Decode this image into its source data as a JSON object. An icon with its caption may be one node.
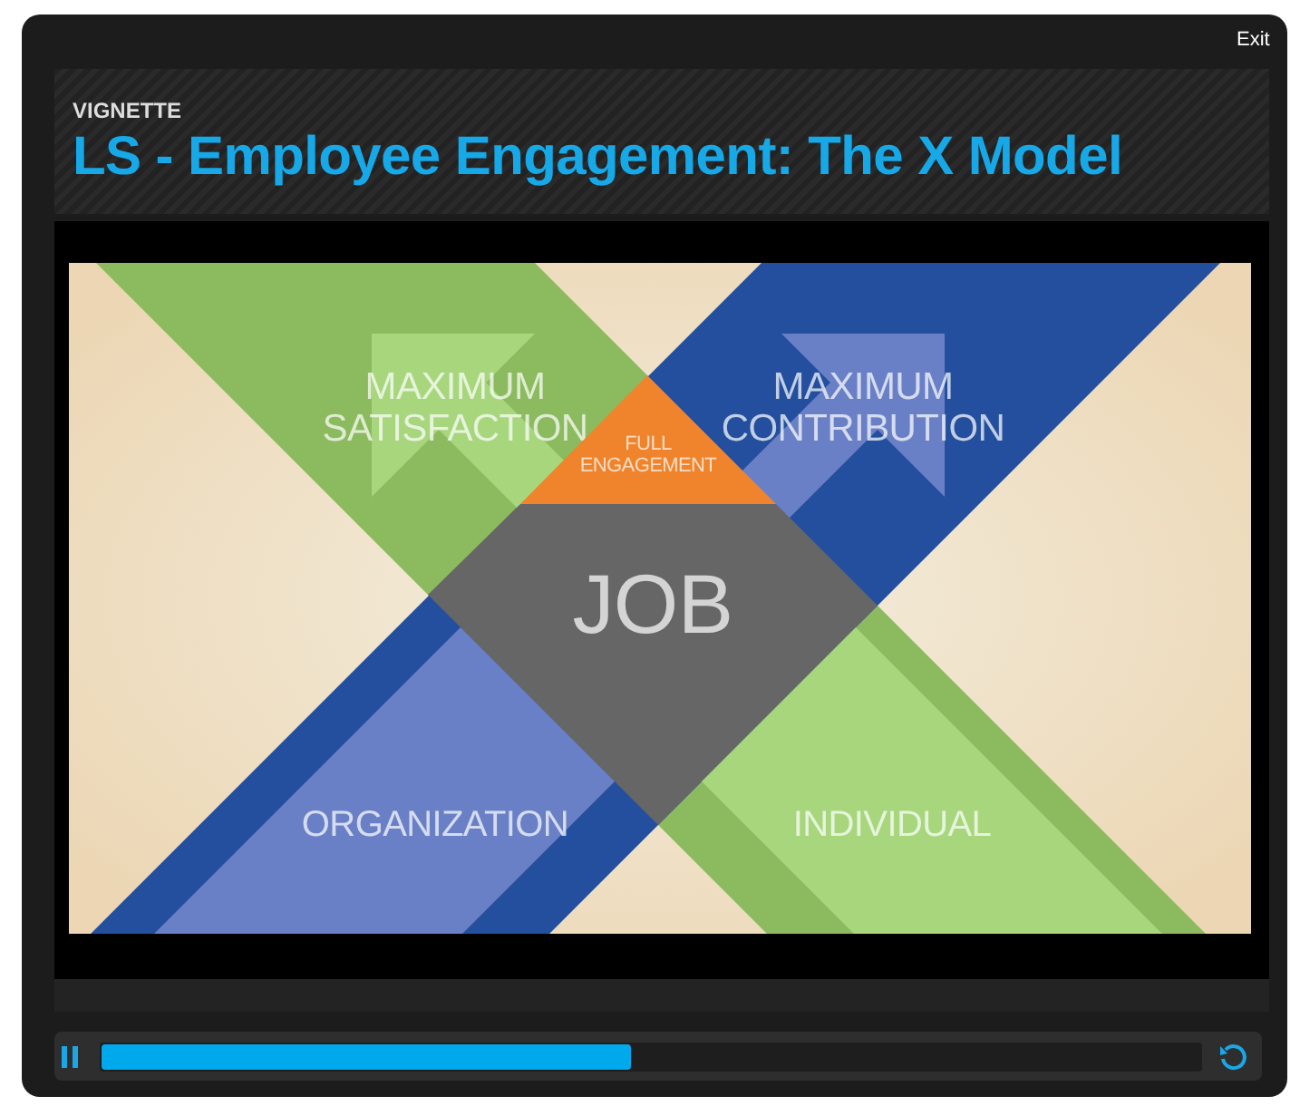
{
  "diagram": {
    "title": "LS - Employee Engagement: The X Model",
    "nodes": [
      {
        "text": [
          "MAXIMUM SATISFACTION"
        ]
      },
      {
        "text": [
          "MAXIMUM CONTRIBUTION"
        ]
      },
      {
        "text": [
          "FULL ENGAGEMENT"
        ]
      },
      {
        "text": [
          "JOB"
        ]
      },
      {
        "text": [
          "ORGANIZATION"
        ]
      },
      {
        "text": [
          "INDIVIDUAL"
        ]
      }
    ],
    "edges": [],
    "labels": [
      "Exit",
      "VIGNETTE"
    ]
  }
}
